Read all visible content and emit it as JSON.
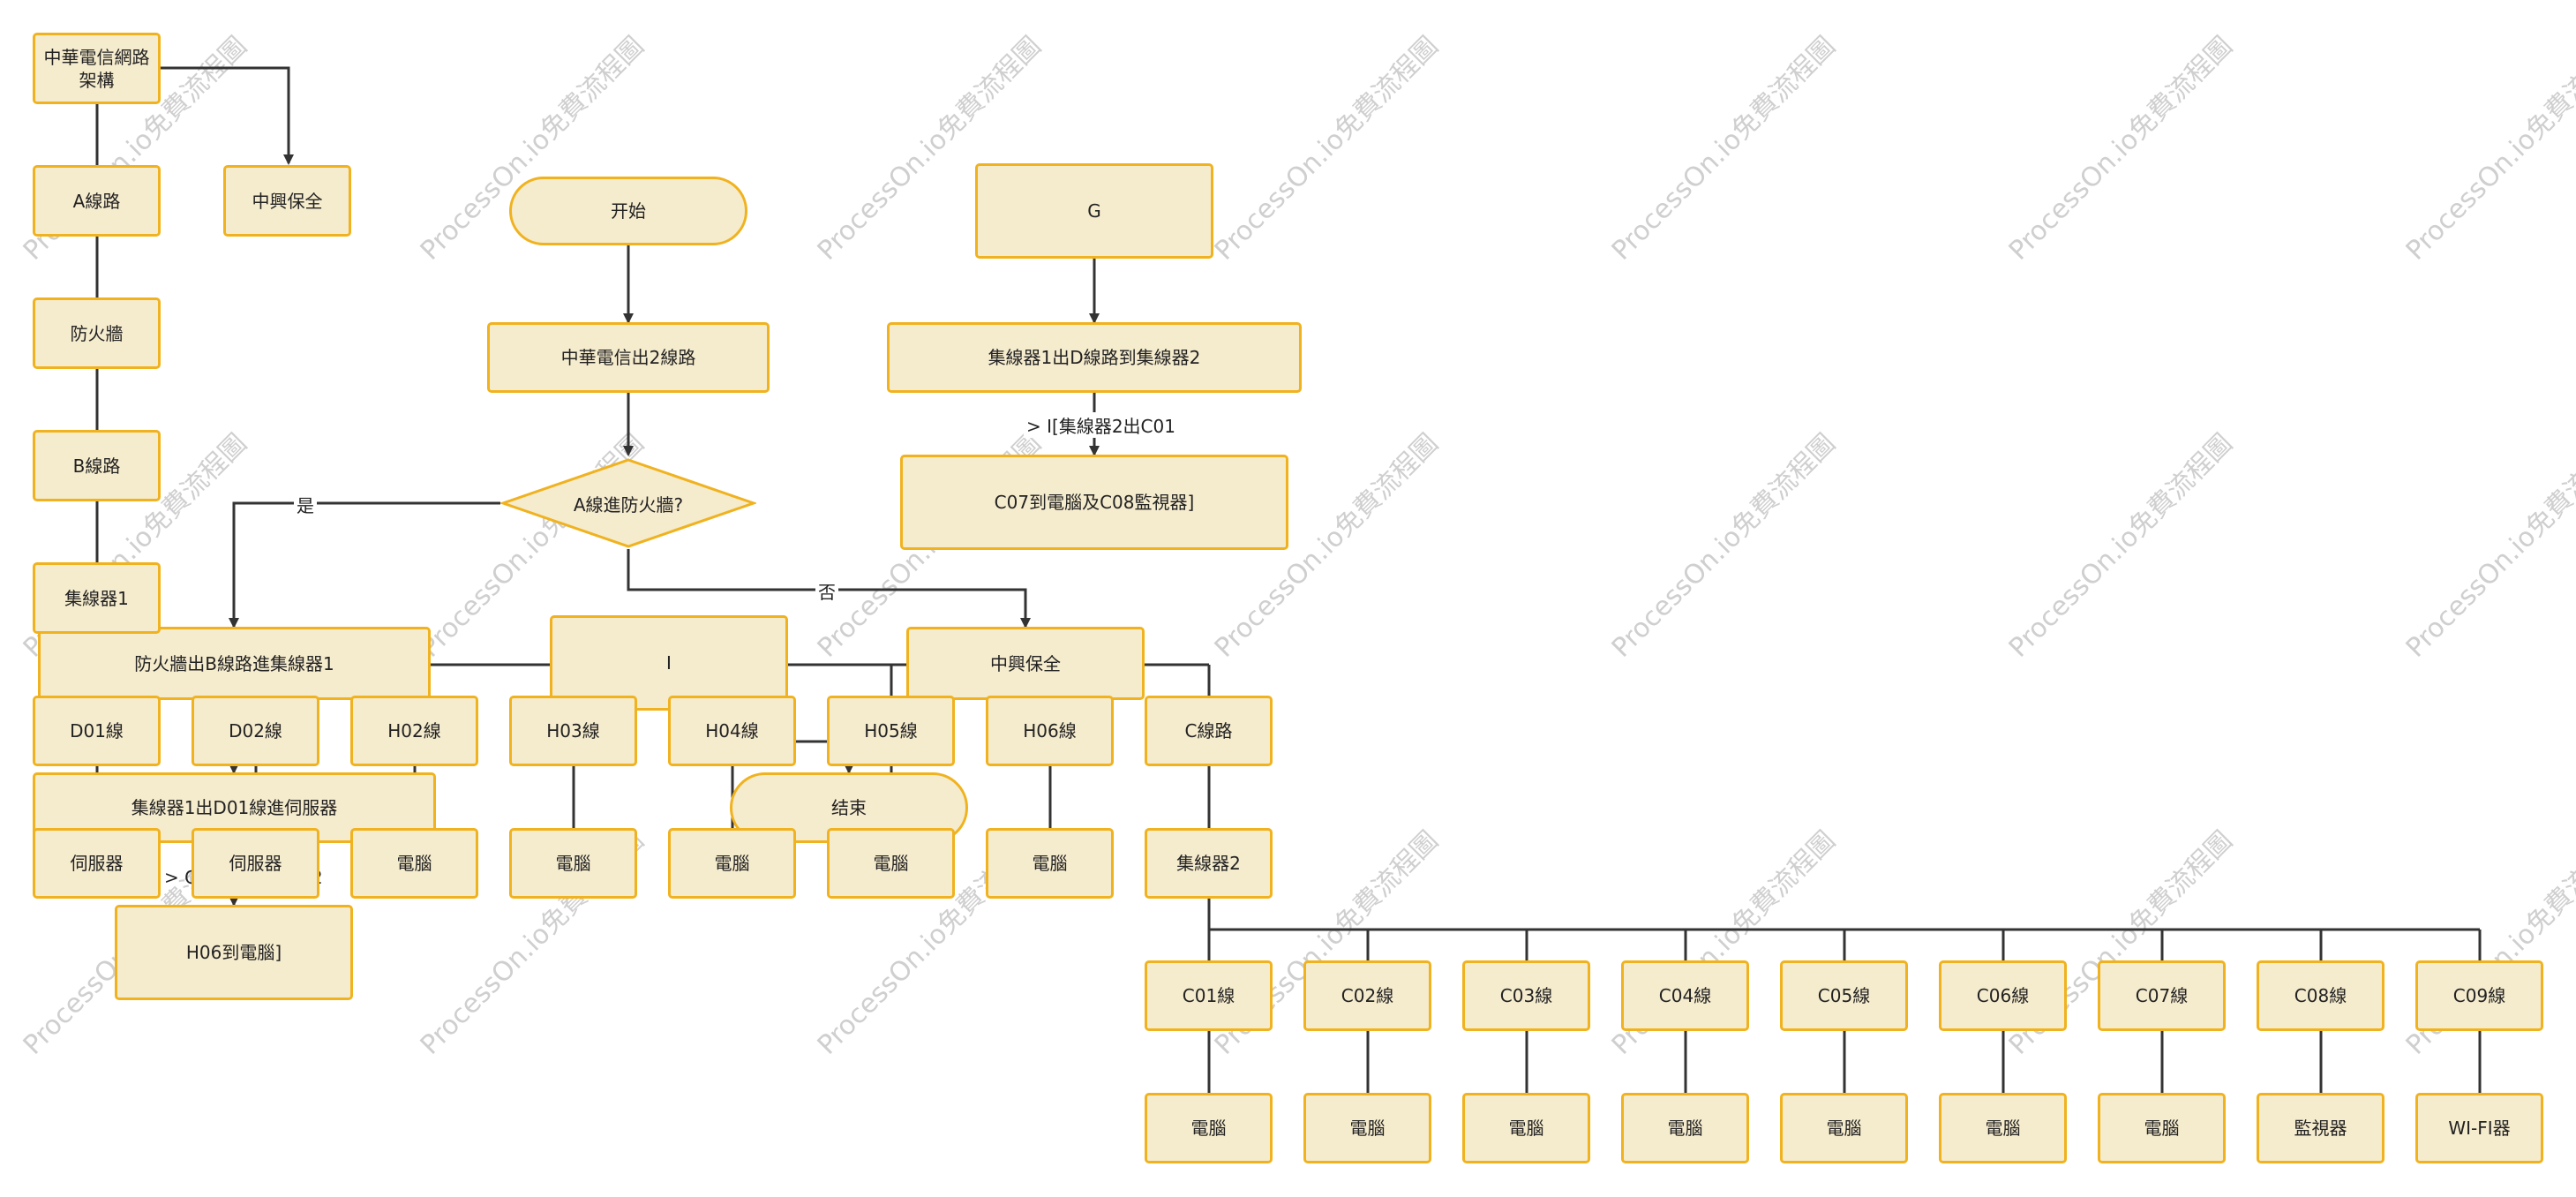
{
  "colors": {
    "node_fill": "#f5ebcd",
    "node_border": "#f0b21e",
    "line": "#333333",
    "watermark": "#cfcfcf"
  },
  "watermark_text": "ProcessOn.io免費流程圖",
  "tree_left": {
    "root": "中華電信網路架構",
    "branch": "中興保全",
    "a_line": "A線路",
    "firewall": "防火牆",
    "b_line": "B線路",
    "hub1": "集線器1",
    "d01": "D01線",
    "d02": "D02線",
    "h02": "H02線",
    "h03": "H03線",
    "h04": "H04線",
    "h05": "H05線",
    "h06": "H06線",
    "c_line": "C線路",
    "server1": "伺服器",
    "server2": "伺服器",
    "pc_h02": "電腦",
    "pc_h03": "電腦",
    "pc_h04": "電腦",
    "pc_h05": "電腦",
    "pc_h06": "電腦",
    "hub2": "集線器2"
  },
  "c_branches": [
    {
      "line": "C01線",
      "device": "電腦"
    },
    {
      "line": "C02線",
      "device": "電腦"
    },
    {
      "line": "C03線",
      "device": "電腦"
    },
    {
      "line": "C04線",
      "device": "電腦"
    },
    {
      "line": "C05線",
      "device": "電腦"
    },
    {
      "line": "C06線",
      "device": "電腦"
    },
    {
      "line": "C07線",
      "device": "電腦"
    },
    {
      "line": "C08線",
      "device": "監視器"
    },
    {
      "line": "C09線",
      "device": "WI-FI器"
    }
  ],
  "flow": {
    "start": "开始",
    "step1": "中華電信出2線路",
    "decision": "A線進防火牆?",
    "yes": "是",
    "no": "否",
    "yes_box": "防火牆出B線路進集線器1",
    "i_box": "I",
    "no_box": "中興保全",
    "hub1_box": "集線器1出D01線進伺服器",
    "g_note": "> G[集線器1出H02",
    "h06_box": "H06到電腦]",
    "end": "结束"
  },
  "flow_right": {
    "g": "G",
    "step": "集線器1出D線路到集線器2",
    "note": "> I[集線器2出C01",
    "result": "C07到電腦及C08監視器]"
  }
}
